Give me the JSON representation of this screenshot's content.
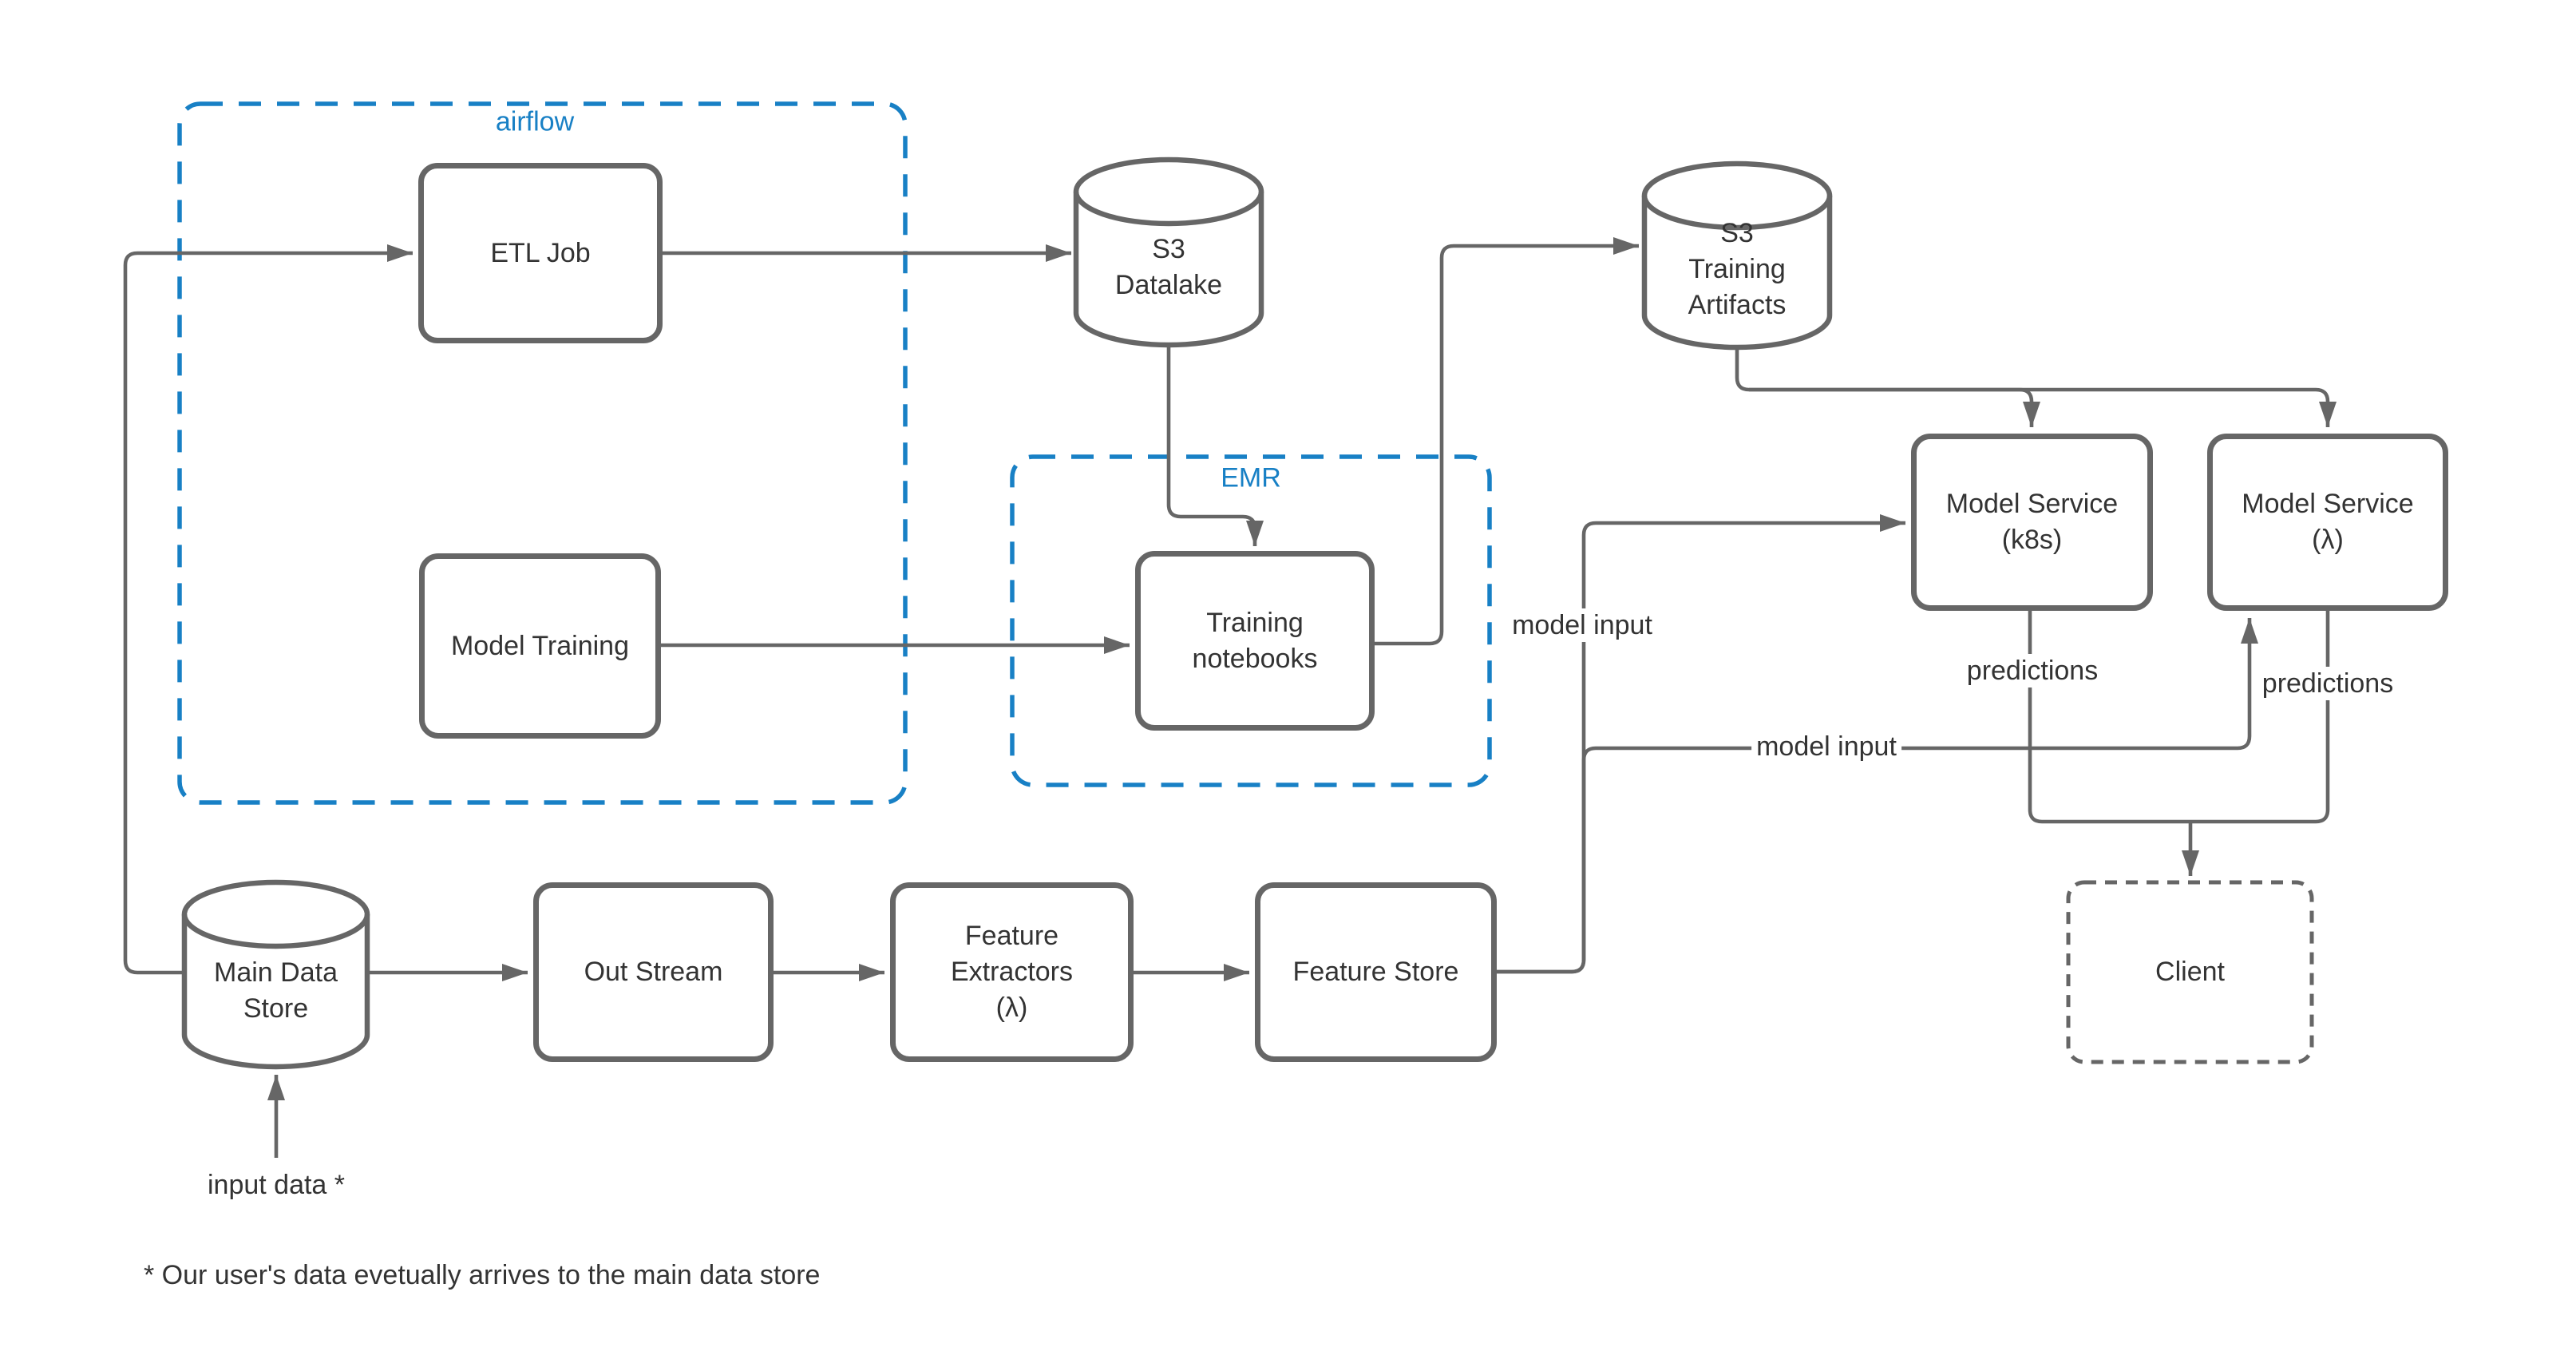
{
  "diagram": {
    "groups": {
      "airflow": {
        "label": "airflow"
      },
      "emr": {
        "label": "EMR"
      }
    },
    "nodes": {
      "etl_job": {
        "label": "ETL Job"
      },
      "model_training": {
        "label": "Model Training"
      },
      "s3_datalake": {
        "label": "S3\nDatalake"
      },
      "training_notebooks": {
        "label": "Training\nnotebooks"
      },
      "s3_training_artifacts": {
        "label": "S3\nTraining\nArtifacts"
      },
      "model_service_k8s": {
        "label": "Model Service\n(k8s)"
      },
      "model_service_lambda": {
        "label": "Model Service\n(λ)"
      },
      "main_data_store": {
        "label": "Main Data\nStore"
      },
      "out_stream": {
        "label": "Out Stream"
      },
      "feature_extractors": {
        "label": "Feature\nExtractors\n(λ)"
      },
      "feature_store": {
        "label": "Feature Store"
      },
      "client": {
        "label": "Client"
      }
    },
    "edge_labels": {
      "model_input_k8s": "model input",
      "model_input_lambda": "model input",
      "predictions_k8s": "predictions",
      "predictions_lambda": "predictions",
      "input_data": "input data *"
    },
    "footnote": "* Our user's data evetually arrives to the main data store",
    "colors": {
      "stroke": "#666666",
      "text": "#333333",
      "accent": "#1880C5"
    }
  }
}
